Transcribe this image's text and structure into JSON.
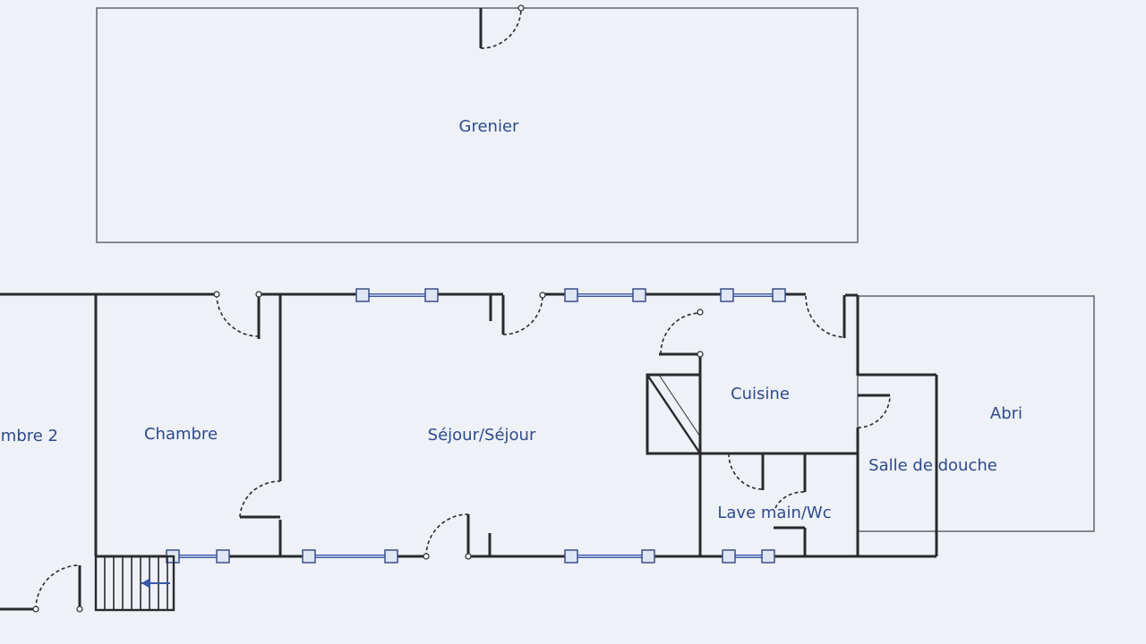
{
  "rooms": {
    "grenier": "Grenier",
    "chambre2": "mbre 2",
    "chambre": "Chambre",
    "sejour": "Séjour/Séjour",
    "cuisine": "Cuisine",
    "abri": "Abri",
    "salle_de_douche": "Salle de douche",
    "lave_main_wc": "Lave main/Wc"
  },
  "colors": {
    "background": "#eef1f6",
    "wall": "#2a2a2e",
    "label": "#2e4a8c",
    "window": "#3a56a8"
  }
}
